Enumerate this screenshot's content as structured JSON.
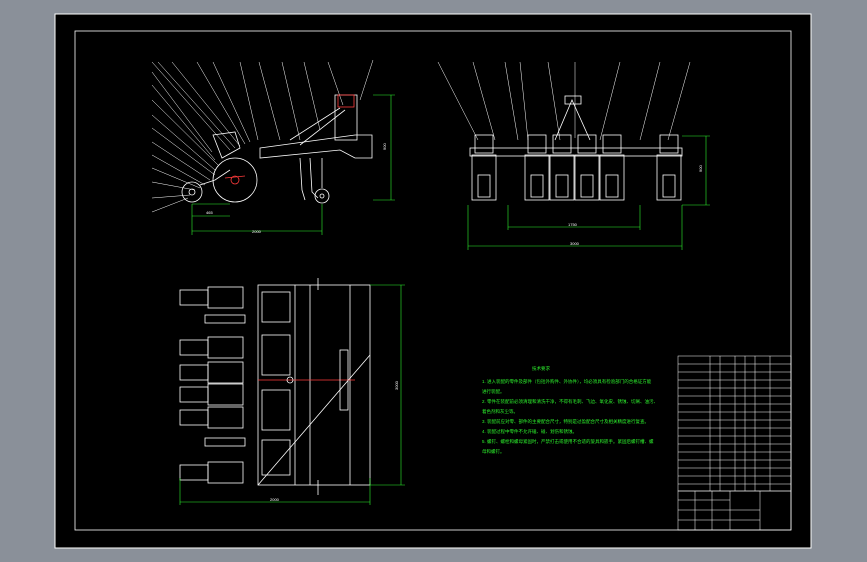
{
  "drawing": {
    "background_color": "#000000",
    "line_color": "#ffffff",
    "dimension_color": "#2df42d",
    "accent_color": "#ff3b3b"
  },
  "side_view": {
    "dims": [
      "465",
      "2000",
      "900"
    ]
  },
  "front_view": {
    "dims": [
      "1750",
      "3000",
      "900"
    ]
  },
  "top_view": {
    "dims": [
      "2000",
      "3000"
    ]
  },
  "notes": {
    "title": "技术要求",
    "lines": [
      "1. 进入装配的零件及部件（包括外购件、外协件），均必须具有检验部门的合格证方能",
      "进行装配。",
      "2. 零件在装配前必须清理和清洗干净，不得有毛刺、飞边、氧化皮、锈蚀、切屑、油污、",
      "着色剂和灰尘等。",
      "3. 装配前应对零、部件的主要配合尺寸，特别是过盈配合尺寸及相关精度进行复查。",
      "4. 装配过程中零件不允许磕、碰、划伤和锈蚀。",
      "5. 螺钉、螺栓和螺母紧固时，严禁打击或使用不合适的旋具和扳手。紧固后螺钉槽、螺",
      "母和螺钉。"
    ]
  }
}
